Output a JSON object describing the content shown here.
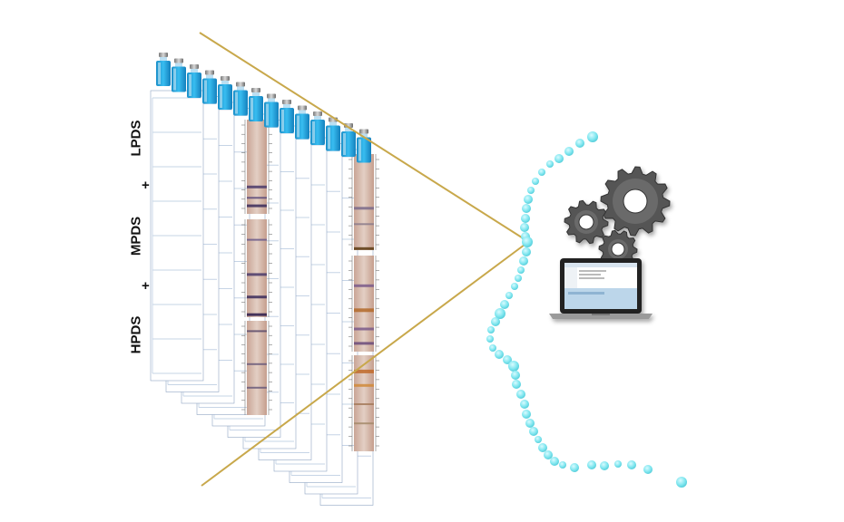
{
  "labels": {
    "lpds": "LPDS",
    "mpds": "MPDS",
    "hpds": "HPDS",
    "plus_1": "+",
    "plus_2": "+"
  },
  "icons": {
    "vials": "vial-icon",
    "gears": "gear-icon",
    "laptop": "laptop-icon"
  },
  "colors": {
    "funnel_line": "#c8a84b",
    "vial_liquid": "#29a9e0",
    "dot": "#7fe6ef",
    "gear": "#555555",
    "scan_bg": "#d9b8a8",
    "sheet_line": "#c6d4e6"
  }
}
